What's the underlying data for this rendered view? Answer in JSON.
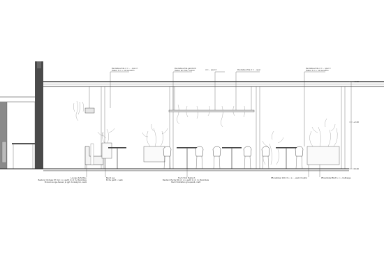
{
  "top_callouts": [
    {
      "line1": "Pendelleuchte d = .. , opal ∅",
      "line2": "Halter 3 m • rot Geraden"
    },
    {
      "line1": "Pendelleuchte gedimmt",
      "line2": "Halter 6m Hut, rostrot"
    },
    {
      "line1": "d = .. opal ∅"
    },
    {
      "line1": "Pendelleuchte d = .. opal"
    },
    {
      "line1": "Pendelleuchte d = .. opal ∅",
      "line2": "Halter 3 m • rot Geraden"
    }
  ],
  "bottom_callouts": [
    {
      "line1": "Lounge Sofa Blau",
      "line2": "Bestand Vintage 87 mm x x, geölt 4 x 2 m, Bankdiele",
      "line3": "Einzel-Lounge-Sessel, je ggf. dunkelgrün, weiß"
    },
    {
      "line1": "Bankl aus",
      "line2": "Eiche geölt • weiß"
    },
    {
      "line1": "Tisch Holz Esstisch",
      "line2": "Bestand Esche 80 cm x x, geölt 1 x 2 m, Bankdiele",
      "line3": "Stuhl Holzlatten grau/weiß, matt"
    },
    {
      "line1": "Pflanzkübel 100 cm • x • , weiß / Kupfer"
    },
    {
      "line1": "Pflanzkübel Blatt • x •, hellbeige"
    }
  ],
  "level_marks": [
    "+3.50",
    "+2.00",
    "±0.00"
  ]
}
